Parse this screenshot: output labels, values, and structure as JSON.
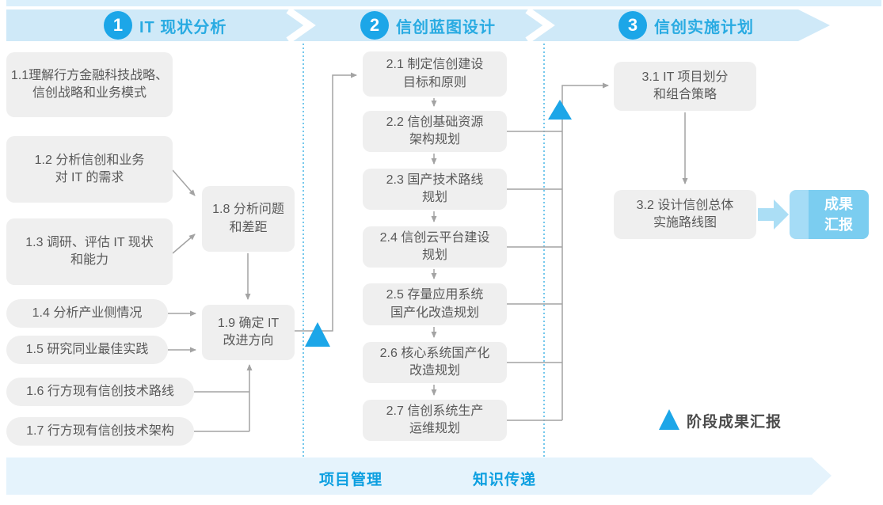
{
  "phases": [
    {
      "number": "1",
      "title": "IT 现状分析"
    },
    {
      "number": "2",
      "title": "信创蓝图设计"
    },
    {
      "number": "3",
      "title": "信创实施计划"
    }
  ],
  "steps": {
    "s11": "1.1理解行方金融科技战略、\n信创战略和业务模式",
    "s12": "1.2 分析信创和业务\n对 IT 的需求",
    "s13": "1.3 调研、评估 IT 现状\n和能力",
    "s14": "1.4 分析产业侧情况",
    "s15": "1.5 研究同业最佳实践",
    "s16": "1.6 行方现有信创技术路线",
    "s17": "1.7 行方现有信创技术架构",
    "s18": "1.8 分析问题\n和差距",
    "s19": "1.9 确定 IT\n改进方向",
    "s21": "2.1 制定信创建设\n目标和原则",
    "s22": "2.2 信创基础资源\n架构规划",
    "s23": "2.3 国产技术路线\n规划",
    "s24": "2.4 信创云平台建设\n规划",
    "s25": "2.5 存量应用系统\n国产化改造规划",
    "s26": "2.6 核心系统国产化\n改造规划",
    "s27": "2.7 信创系统生产\n运维规划",
    "s31": "3.1 IT 项目划分\n和组合策略",
    "s32": "3.2 设计信创总体\n实施路线图"
  },
  "deliverable": {
    "label": "成果\n汇报"
  },
  "legend": {
    "label": "阶段成果汇报"
  },
  "bottom_band": {
    "labels": [
      "项目管理",
      "知识传递"
    ]
  },
  "colors": {
    "accent_blue": "#1ca6e8",
    "title_blue": "#29abe2",
    "phase_band": "#cfe9f8",
    "top_strip": "#daeffb",
    "box_bg": "#efefef",
    "box_text": "#595959",
    "connector_gray": "#a3a3a3",
    "deliverable_bg": "#7bcdf0",
    "deliverable_stripe": "#a5dcf6",
    "thick_arrow": "#abdef5",
    "bottom_band_bg": "#e5f3fc",
    "bottom_label_blue": "#0c9fe0",
    "legend_text": "#4b4b4b"
  }
}
